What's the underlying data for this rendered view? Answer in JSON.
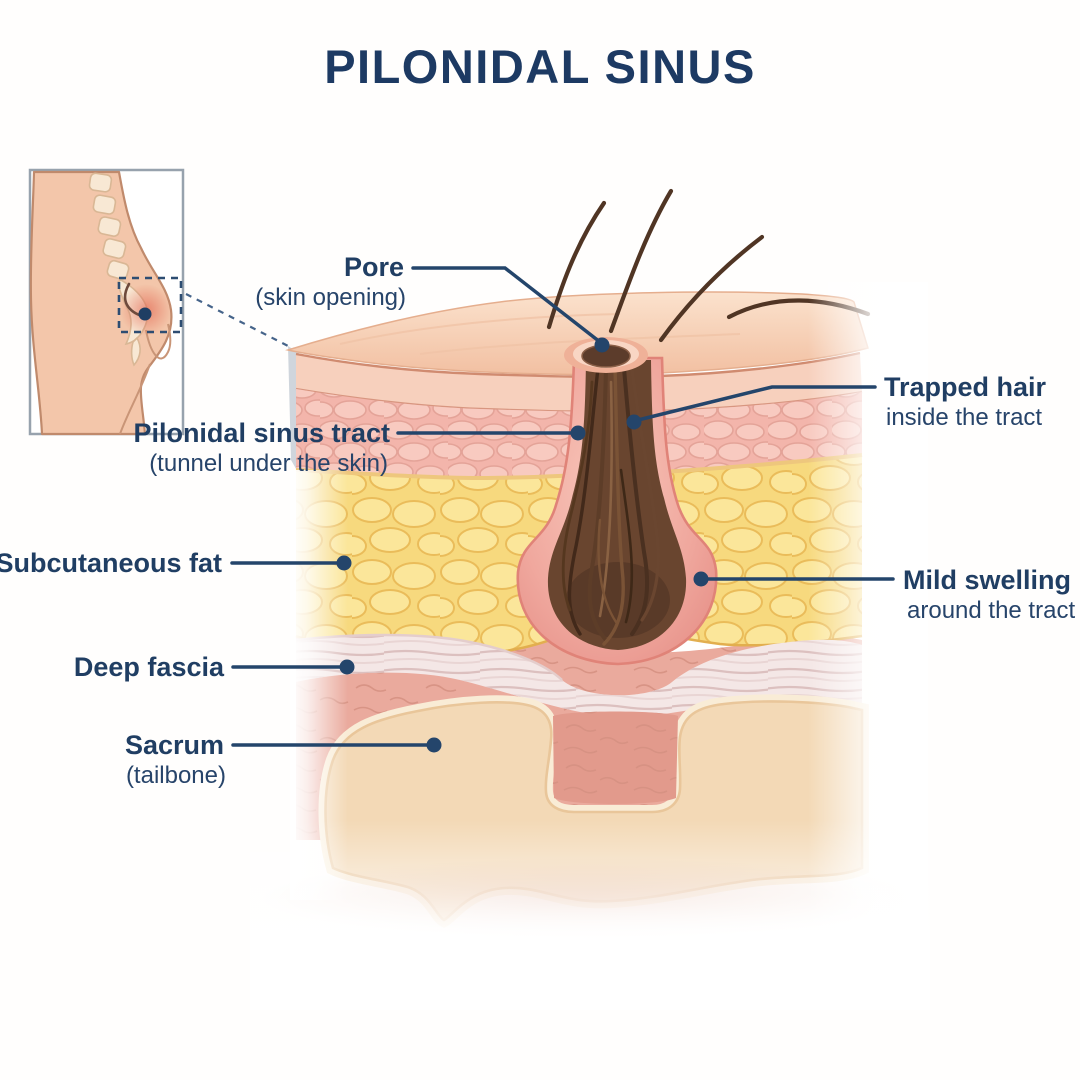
{
  "title": "PILONIDAL SINUS",
  "palette": {
    "label_text": "#203e63",
    "leader_line": "#24456b",
    "skin_surface": "#f5cbae",
    "epidermis": "#f7d0bd",
    "dermis": "#f3b5ab",
    "subcutaneous_fat": "#f7d97e",
    "deep_fascia": "#f4e7e6",
    "muscle": "#eaaa9d",
    "bone_cortical": "#f9ecd6",
    "bone_trabecular": "#f3d9b6",
    "tract_cavity": "#63422f",
    "swelling": "#efa29a"
  },
  "inset": {
    "icon": "lower-back-side-view",
    "marker": "sinus-location-dot"
  },
  "labels": {
    "pore": {
      "text": "Pore",
      "sub": "(skin opening)"
    },
    "tract": {
      "text": "Pilonidal sinus tract",
      "sub": "(tunnel under the skin)"
    },
    "trapped": {
      "text": "Trapped hair",
      "sub": "inside the tract"
    },
    "subcut_fat": {
      "text": "Subcutaneous fat"
    },
    "swelling": {
      "text": "Mild swelling",
      "sub": "around the tract"
    },
    "deep_fascia": {
      "text": "Deep fascia"
    },
    "sacrum": {
      "text": "Sacrum",
      "sub": "(tailbone)"
    }
  }
}
